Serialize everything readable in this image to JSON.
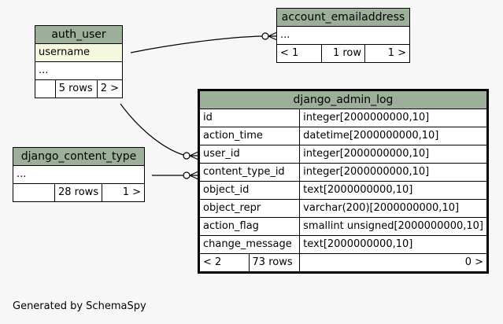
{
  "tables": {
    "auth_user": {
      "name": "auth_user",
      "rows": [
        "username",
        "..."
      ],
      "footer": [
        "",
        "5 rows",
        "2 >"
      ]
    },
    "account_emailaddress": {
      "name": "account_emailaddress",
      "rows": [
        "..."
      ],
      "footer": [
        "< 1",
        "1 row",
        "1 >"
      ]
    },
    "django_content_type": {
      "name": "django_content_type",
      "rows": [
        "..."
      ],
      "footer": [
        "",
        "28 rows",
        "1 >"
      ]
    },
    "django_admin_log": {
      "name": "django_admin_log",
      "columns": [
        {
          "name": "id",
          "type": "integer[2000000000,10]"
        },
        {
          "name": "action_time",
          "type": "datetime[2000000000,10]"
        },
        {
          "name": "user_id",
          "type": "integer[2000000000,10]"
        },
        {
          "name": "content_type_id",
          "type": "integer[2000000000,10]"
        },
        {
          "name": "object_id",
          "type": "text[2000000000,10]"
        },
        {
          "name": "object_repr",
          "type": "varchar(200)[2000000000,10]"
        },
        {
          "name": "action_flag",
          "type": "smallint unsigned[2000000000,10]"
        },
        {
          "name": "change_message",
          "type": "text[2000000000,10]"
        }
      ],
      "footer": [
        "< 2",
        "73 rows",
        "0 >"
      ]
    }
  },
  "footer_text": "Generated by SchemaSpy",
  "colors": {
    "header": "#9caf98",
    "highlight": "#f5f8de",
    "background": "#f7f7f7"
  }
}
